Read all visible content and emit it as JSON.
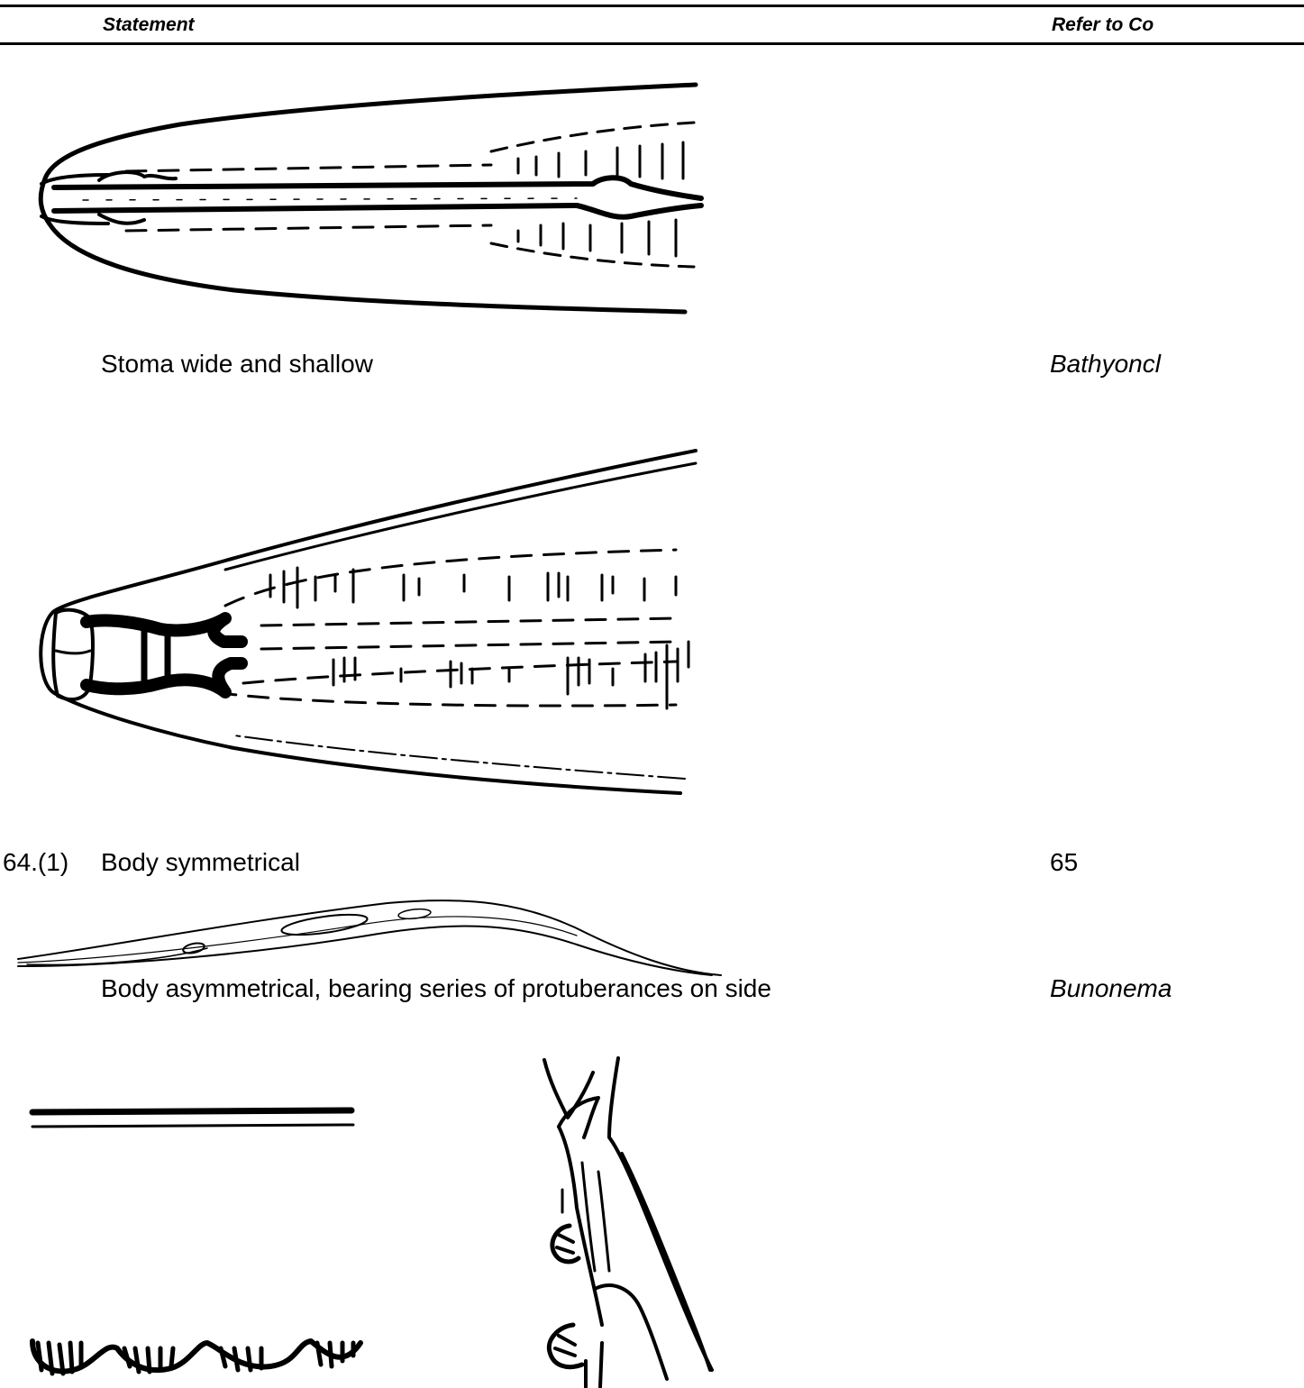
{
  "header": {
    "statement_label": "Statement",
    "refer_label": "Refer to Co"
  },
  "entries": [
    {
      "number": "",
      "statement": "Stoma wide and shallow",
      "refer": "Bathyoncl"
    },
    {
      "number": "64.(1)",
      "statement": "Body symmetrical",
      "refer": "65"
    },
    {
      "number": "",
      "statement": "Body asymmetrical, bearing series of protuberances on side",
      "refer": "Bunonema"
    }
  ],
  "figures": [
    {
      "icon": "nematode-head-narrow-stoma-figure"
    },
    {
      "icon": "nematode-head-wide-stoma-figure"
    },
    {
      "icon": "nematode-whole-body-figure"
    },
    {
      "icon": "cuticle-protuberances-figure"
    },
    {
      "icon": "body-protuberances-side-figure"
    }
  ]
}
